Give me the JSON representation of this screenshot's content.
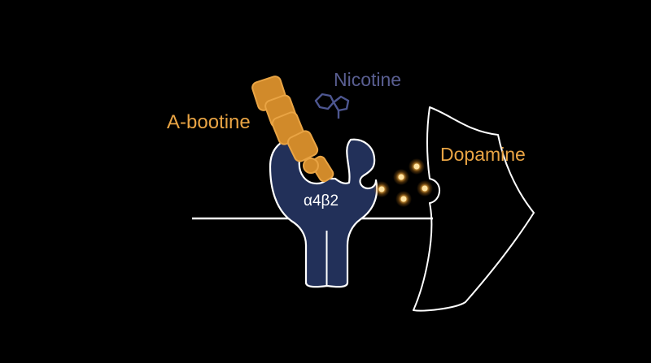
{
  "labels": {
    "antibody": "A-bootine",
    "drug": "Nicotine",
    "neurotransmitter": "Dopamine",
    "receptor": "α4β2"
  },
  "colors": {
    "background": "#000000",
    "receptor_fill": "#223059",
    "receptor_outline": "#FFFFFF",
    "membrane_line": "#FFFFFF",
    "antibody_fill": "#D18A2A",
    "antibody_outline": "#E9A444",
    "nicotine_molecule": "#4D5690",
    "dopamine_dot": "#F7C46B",
    "dopamine_glow": "#E0921D"
  },
  "icons": {
    "nicotine": "nicotine-molecule-icon",
    "dopamine": "dopamine-particle-icon"
  },
  "dopamine_particle_count": 5,
  "antibody_segment_count": 5
}
